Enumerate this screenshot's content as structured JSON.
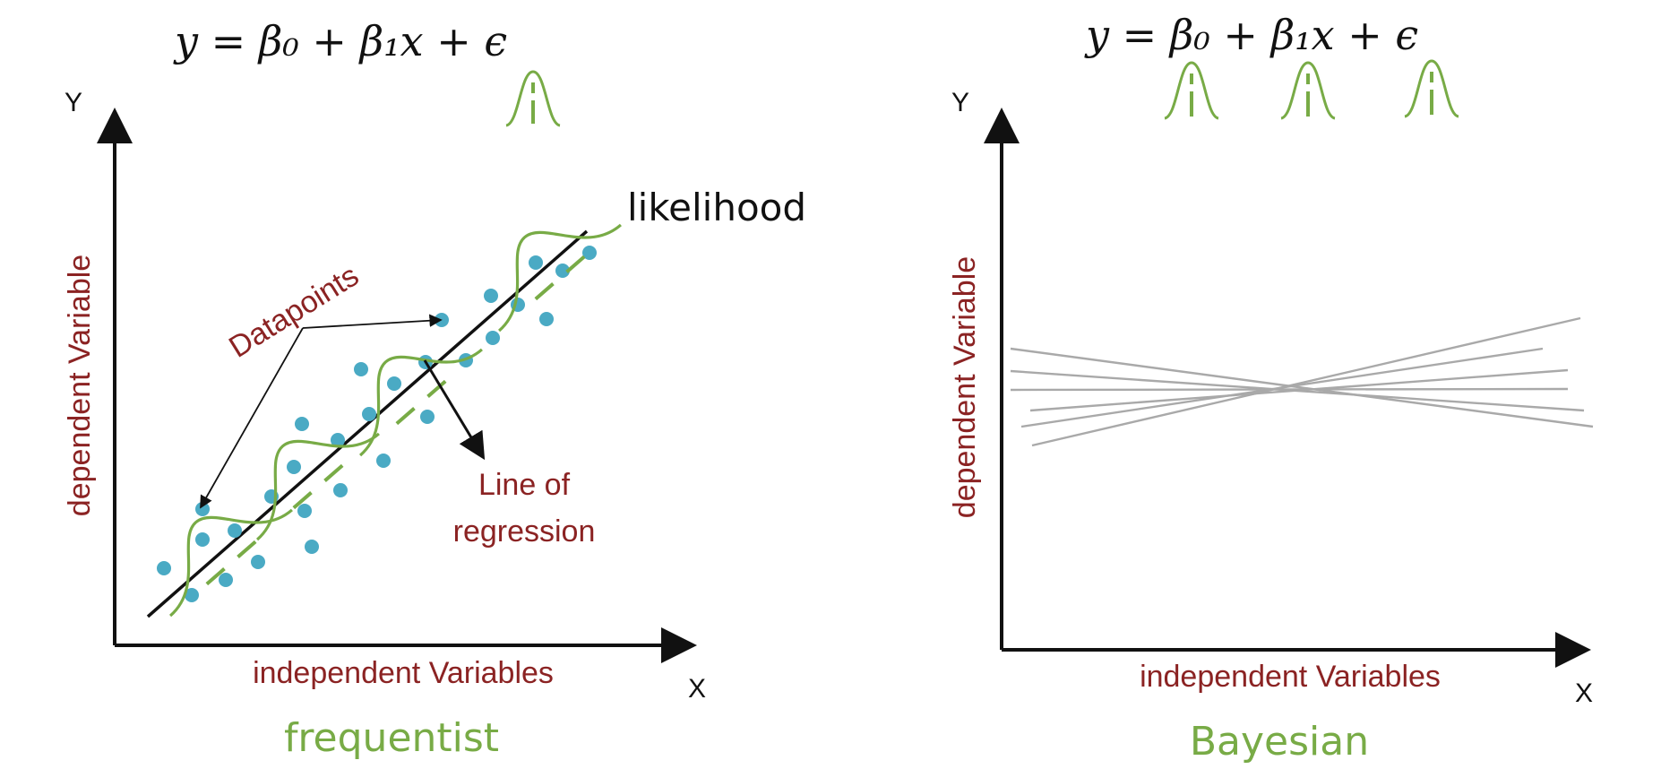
{
  "colors": {
    "label_red": "#8b2323",
    "point_blue": "#4aaac4",
    "curve_green": "#78ab46",
    "axis": "#111111",
    "gray_line": "#a9a9a9"
  },
  "left_panel": {
    "equation": "y = β₀ + β₁x + ϵ",
    "axis_y_letter": "Y",
    "axis_x_letter": "X",
    "y_axis_label": "dependent Variable",
    "x_axis_label": "independent Variables",
    "datapoints_label": "Datapoints",
    "regression_label_line1": "Line of",
    "regression_label_line2": "regression",
    "likelihood_label": "likelihood",
    "caption": "frequentist",
    "icons": [
      "gaussian-bump-icon"
    ]
  },
  "right_panel": {
    "equation": "y = β₀ + β₁x + ϵ",
    "axis_y_letter": "Y",
    "axis_x_letter": "X",
    "y_axis_label": "dependent Variable",
    "x_axis_label": "independent Variables",
    "caption": "Bayesian",
    "icons": [
      "gaussian-bump-icon",
      "gaussian-bump-icon",
      "gaussian-bump-icon"
    ]
  }
}
